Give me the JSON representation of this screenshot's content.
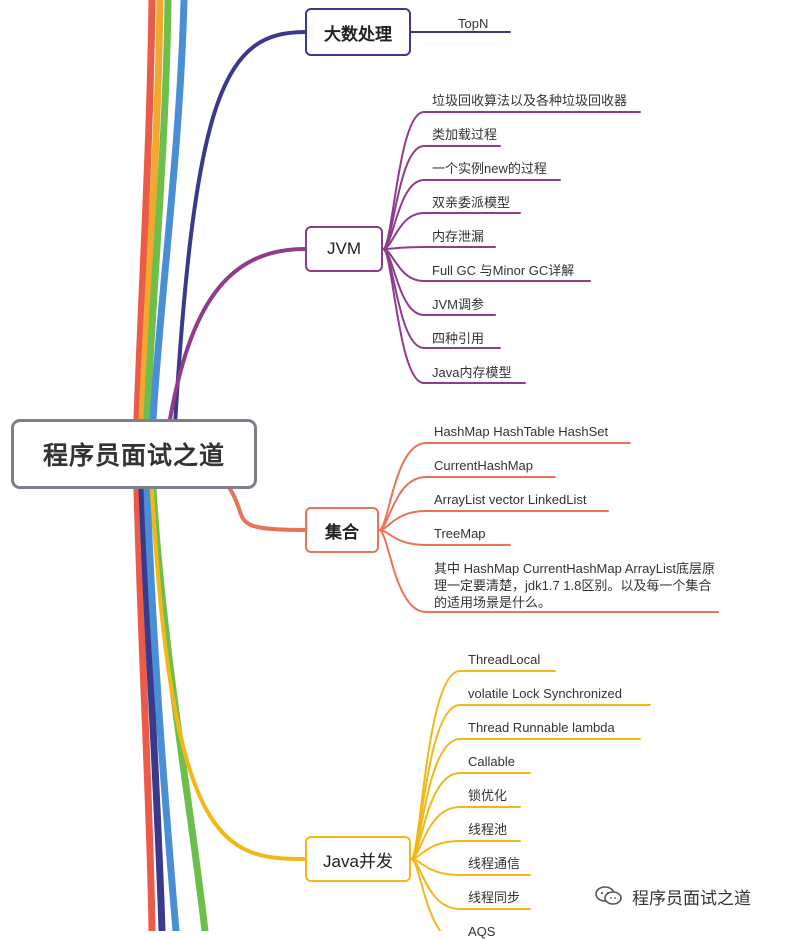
{
  "root": {
    "label": "程序员面试之道"
  },
  "branches": [
    {
      "id": "bigdata",
      "label": "大数处理",
      "color": "#3a3a8c",
      "items": [
        "TopN"
      ]
    },
    {
      "id": "jvm",
      "label": "JVM",
      "color": "#8e3c8c",
      "items": [
        "垃圾回收算法以及各种垃圾回收器",
        "类加载过程",
        "一个实例new的过程",
        "双亲委派模型",
        "内存泄漏",
        "Full GC 与Minor GC详解",
        "JVM调参",
        "四种引用",
        "Java内存模型"
      ]
    },
    {
      "id": "collection",
      "label": "集合",
      "color": "#e8735a",
      "items": [
        "HashMap HashTable  HashSet",
        "CurrentHashMap",
        "ArrayList vector LinkedList",
        "TreeMap",
        "其中 HashMap  CurrentHashMap ArrayList底层原理一定要清楚，jdk1.7 1.8区别。以及每一个集合的适用场景是什么。"
      ]
    },
    {
      "id": "concurrency",
      "label": "Java并发",
      "color": "#f2b81a",
      "items": [
        "ThreadLocal",
        "volatile  Lock   Synchronized",
        "Thread Runnable lambda",
        "Callable",
        "锁优化",
        "线程池",
        "线程通信",
        "线程同步",
        "AQS"
      ]
    }
  ],
  "watermark": {
    "text": "程序员面试之道",
    "icon": "wechat-icon"
  }
}
